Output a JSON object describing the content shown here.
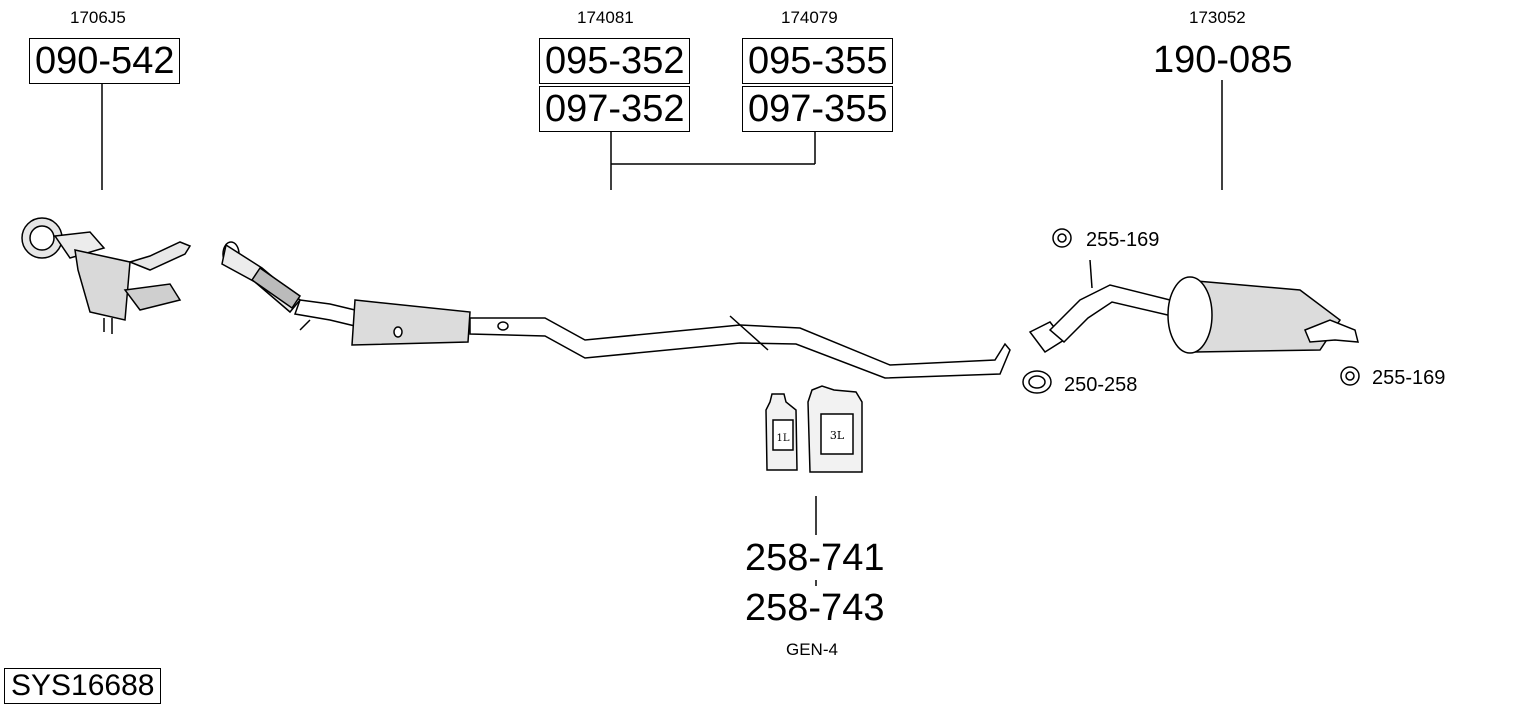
{
  "parts": {
    "catalyst": {
      "oe_number": "1706J5",
      "part_number": "090-542"
    },
    "dpf_a": {
      "oe_number": "174081",
      "part_number_1": "095-352",
      "part_number_2": "097-352"
    },
    "dpf_b": {
      "oe_number": "174079",
      "part_number_1": "095-355",
      "part_number_2": "097-355"
    },
    "rear_silencer": {
      "oe_number": "173052",
      "part_number": "190-085"
    },
    "rubber_mount_top": {
      "part_number": "255-169"
    },
    "rubber_mount_rear": {
      "part_number": "255-169"
    },
    "clamp": {
      "part_number": "250-258"
    },
    "additive": {
      "part_number_1": "258-741",
      "part_number_2": "258-743",
      "label": "GEN-4",
      "bottle_small": "1L",
      "bottle_large": "3L"
    }
  },
  "system_id": "SYS16688",
  "colors": {
    "line": "#000000",
    "part_fill": "#ffffff",
    "shade": "#d9d9d9"
  }
}
